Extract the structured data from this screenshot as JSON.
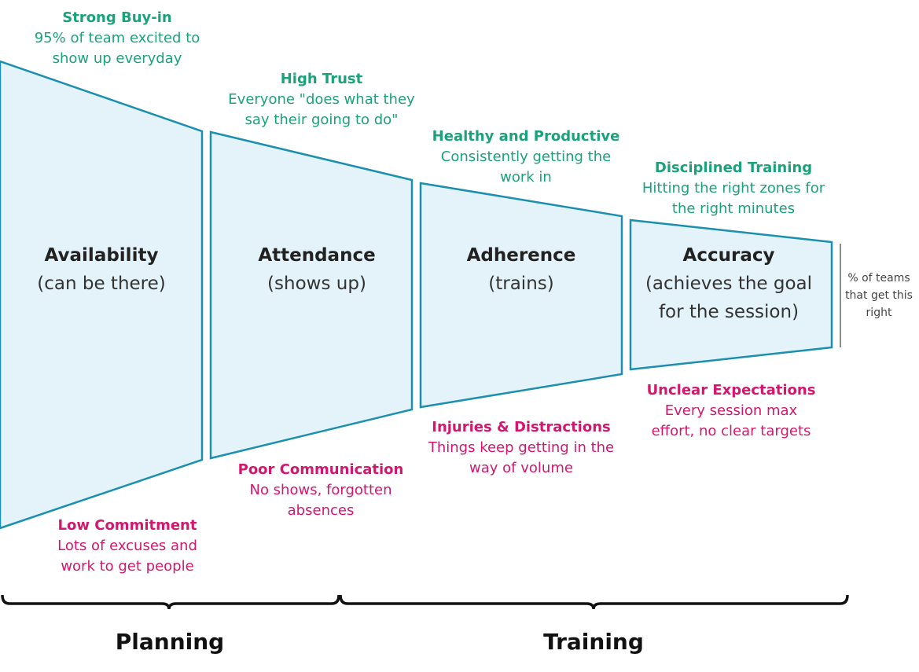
{
  "colors": {
    "stage_fill": "#e3f3f9",
    "stage_stroke": "#1a8fae",
    "positive": "#1aa37a",
    "negative": "#d4176e",
    "bracket": "#111111"
  },
  "stages": [
    {
      "name": "Availability",
      "desc": "(can be there)",
      "positive": {
        "title": "Strong Buy-in",
        "text": "95% of team excited to show up everyday"
      },
      "negative": {
        "title": "Low Commitment",
        "text": "Lots of excuses and work to get people"
      }
    },
    {
      "name": "Attendance",
      "desc": "(shows up)",
      "positive": {
        "title": "High Trust",
        "text": "Everyone \"does what they say their going to do\""
      },
      "negative": {
        "title": "Poor Communication",
        "text": "No shows, forgotten absences"
      }
    },
    {
      "name": "Adherence",
      "desc": "(trains)",
      "positive": {
        "title": "Healthy and Productive",
        "text": "Consistently getting the work in"
      },
      "negative": {
        "title": "Injuries & Distractions",
        "text": "Things keep getting in the way of volume"
      }
    },
    {
      "name": "Accuracy",
      "desc": "(achieves the goal for the session)",
      "positive": {
        "title": "Disciplined Training",
        "text": "Hitting the right zones for the right minutes"
      },
      "negative": {
        "title": "Unclear Expectations",
        "text": "Every session max effort, no clear targets"
      }
    }
  ],
  "side_note": "% of teams that get this right",
  "phases": [
    "Planning",
    "Training"
  ]
}
